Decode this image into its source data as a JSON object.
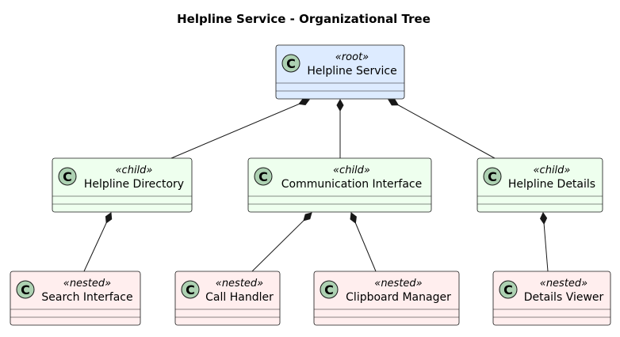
{
  "title": "Helpline Service - Organizational Tree",
  "class_glyph": "C",
  "colors": {
    "root_fill": "#DDEBFF",
    "child_fill": "#EEFFEE",
    "nested_fill": "#FFEEEE",
    "border": "#181818",
    "circle_fill": "#ADD1B2"
  },
  "classes": {
    "root": {
      "stereotype": "«root»",
      "name": "Helpline Service"
    },
    "directory": {
      "stereotype": "«child»",
      "name": "Helpline Directory"
    },
    "communication": {
      "stereotype": "«child»",
      "name": "Communication Interface"
    },
    "details": {
      "stereotype": "«child»",
      "name": "Helpline Details"
    },
    "search": {
      "stereotype": "«nested»",
      "name": "Search Interface"
    },
    "call": {
      "stereotype": "«nested»",
      "name": "Call Handler"
    },
    "clipboard": {
      "stereotype": "«nested»",
      "name": "Clipboard Manager"
    },
    "viewer": {
      "stereotype": "«nested»",
      "name": "Details Viewer"
    }
  },
  "relations": [
    {
      "from": "root",
      "to": "directory",
      "type": "composition"
    },
    {
      "from": "root",
      "to": "communication",
      "type": "composition"
    },
    {
      "from": "root",
      "to": "details",
      "type": "composition"
    },
    {
      "from": "directory",
      "to": "search",
      "type": "composition"
    },
    {
      "from": "communication",
      "to": "call",
      "type": "composition"
    },
    {
      "from": "communication",
      "to": "clipboard",
      "type": "composition"
    },
    {
      "from": "details",
      "to": "viewer",
      "type": "composition"
    }
  ]
}
